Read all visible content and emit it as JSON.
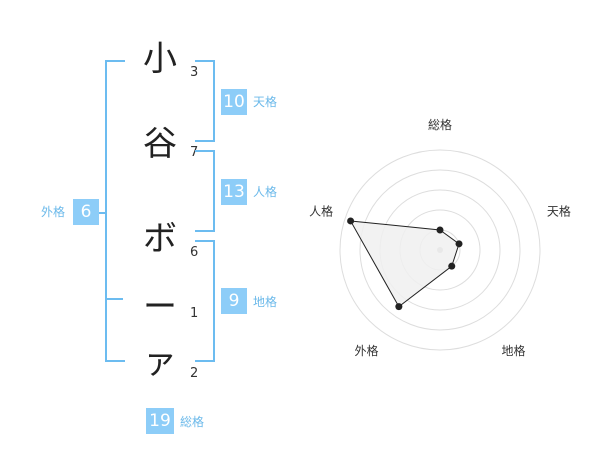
{
  "name": {
    "chars": [
      {
        "char": "小",
        "strokes": "3"
      },
      {
        "char": "谷",
        "strokes": "7"
      },
      {
        "char": "ボ",
        "strokes": "6"
      },
      {
        "char": "ー",
        "strokes": "1"
      },
      {
        "char": "ァ",
        "strokes": "2"
      }
    ]
  },
  "fortunes": {
    "tenkaku": {
      "label": "天格",
      "value": "10"
    },
    "jinkaku": {
      "label": "人格",
      "value": "13"
    },
    "chikaku": {
      "label": "地格",
      "value": "9"
    },
    "gaikaku": {
      "label": "外格",
      "value": "6"
    },
    "soukaku": {
      "label": "総格",
      "value": "19"
    }
  },
  "chart_data": {
    "type": "radar",
    "axes": [
      "総格",
      "天格",
      "地格",
      "外格",
      "人格"
    ],
    "values": [
      1,
      1,
      1,
      3.5,
      4.7
    ],
    "max": 5,
    "rings": 5,
    "colors": {
      "fill": "#f0f0f0",
      "line": "#222222",
      "point": "#222222",
      "grid": "#dddddd",
      "center": "#bbbbbb"
    }
  }
}
